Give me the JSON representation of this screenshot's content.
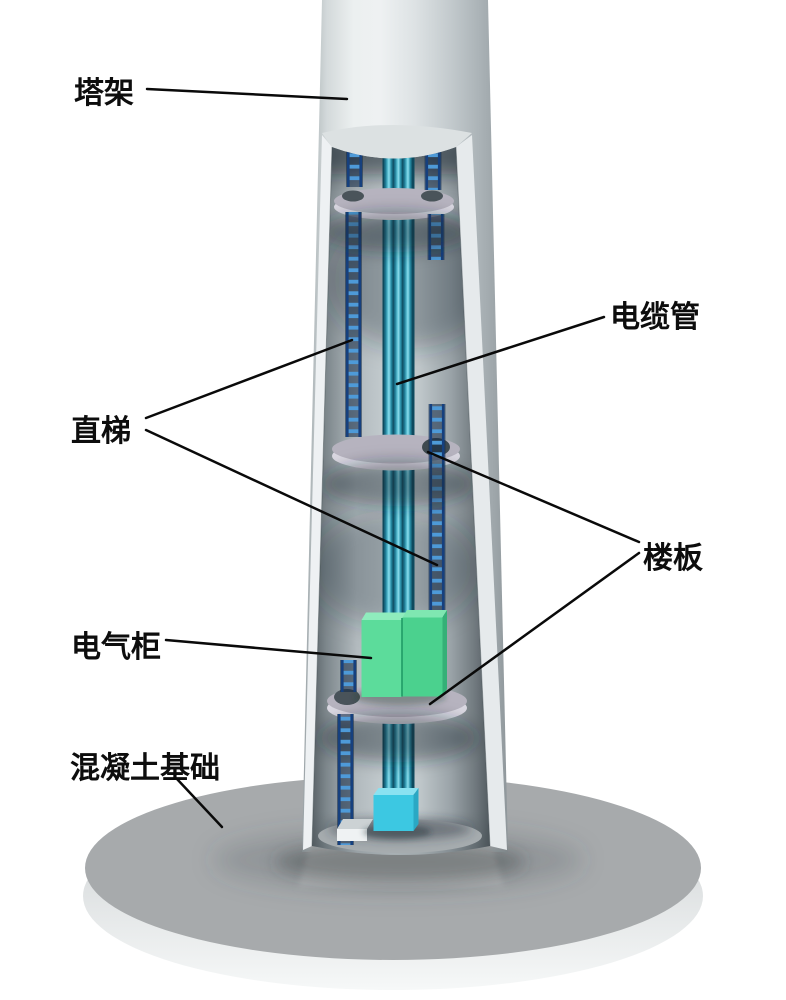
{
  "labels": [
    {
      "id": "tower",
      "text": "塔架"
    },
    {
      "id": "cable-conduit",
      "text": "电缆管"
    },
    {
      "id": "ladder",
      "text": "直梯"
    },
    {
      "id": "floor-slab",
      "text": "楼板"
    },
    {
      "id": "electrical-cabinet",
      "text": "电气柜"
    },
    {
      "id": "concrete-foundation",
      "text": "混凝土基础"
    }
  ],
  "colors": {
    "background": "#ffffff",
    "label_text": "#0d0d0d",
    "leader_line": "#0a0a0a",
    "tower_highlight": "#eef1f2",
    "tower_shadow": "#8e969a",
    "cut_edge_light": "#eef1f3",
    "interior_mid": "#c7cfd2",
    "interior_dark": "#5a6368",
    "cable_teal_dark": "#14596f",
    "cable_teal_light": "#8fdeed",
    "ladder_rail": "#16407e",
    "ladder_rung": "#4e9ad8",
    "floor_top": "#b6b3bf",
    "floor_edge": "#dad8e2",
    "cabinet_green_left": "#5cdc9b",
    "cabinet_green_right": "#4bd18e",
    "cabinet_green_top": "#8fecbd",
    "junction_box_cyan": "#3cc8e2",
    "junction_box_top": "#8ae2f1",
    "foundation_top": "#a7aaac",
    "foundation_side_light": "#f6f8f8"
  }
}
